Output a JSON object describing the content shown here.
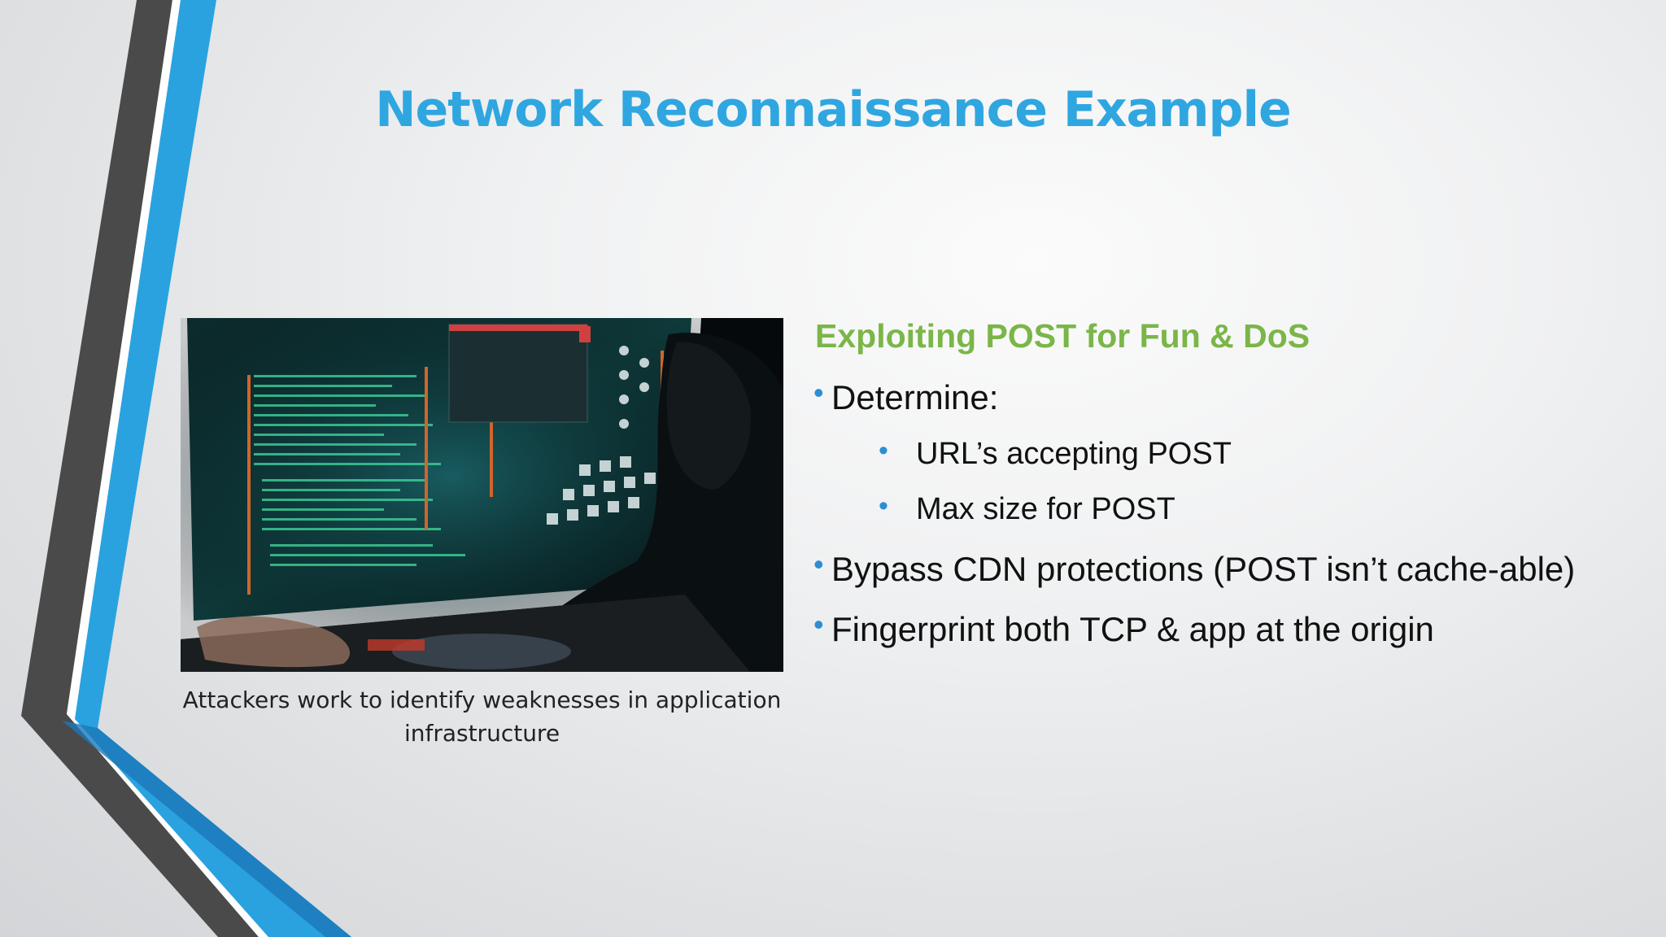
{
  "slide": {
    "title": "Network Reconnaissance Example",
    "caption": "Attackers work to identify weaknesses in application infrastructure",
    "image": {
      "description": "hacker-at-computer-photo"
    },
    "subheading": "Exploiting POST for Fun & DoS",
    "bullets": [
      {
        "level": 1,
        "text": "Determine:"
      },
      {
        "level": 2,
        "text": "URL’s accepting POST"
      },
      {
        "level": 2,
        "text": "Max size for POST"
      },
      {
        "level": 1,
        "text": "Bypass CDN protections (POST isn’t cache-able)"
      },
      {
        "level": 1,
        "text": "Fingerprint both TCP & app at the origin"
      }
    ],
    "bullet_glyph": "•"
  },
  "colors": {
    "title": "#2fa6e0",
    "subheading": "#7ab648",
    "bullet": "#2a8fd4",
    "accent_blue": "#2aa2e0",
    "accent_dark": "#4a4a4a"
  }
}
